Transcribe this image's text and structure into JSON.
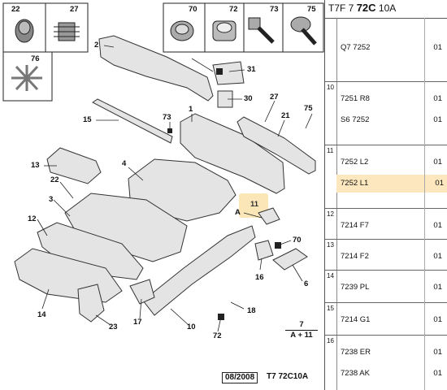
{
  "diagram": {
    "callouts": [
      "22",
      "27",
      "70",
      "72",
      "73",
      "75",
      "76",
      "2",
      "31",
      "1",
      "30",
      "73",
      "27",
      "75",
      "15",
      "21",
      "13",
      "4",
      "22",
      "3",
      "12",
      "11",
      "A",
      "70",
      "6",
      "14",
      "16",
      "17",
      "18",
      "23",
      "10",
      "72"
    ],
    "ref_num": "7",
    "ref_sub": "A + 11",
    "footer_date": "08/2008",
    "footer_code": "T7 72C10A",
    "highlight_color": "#fbe6b8"
  },
  "parts_panel": {
    "title_prefix": "T7F 7",
    "title_bold": "72C",
    "title_suffix": "10A",
    "groups": [
      {
        "num": "",
        "rows": [
          {
            "part": "Q7 7252",
            "qty": "01"
          }
        ]
      },
      {
        "num": "10",
        "rows": [
          {
            "part": "7251 R8",
            "qty": "01"
          },
          {
            "part": "S6 7252",
            "qty": "01"
          }
        ]
      },
      {
        "num": "11",
        "rows": [
          {
            "part": "7252 L2",
            "qty": "01"
          },
          {
            "part": "7252 L1",
            "qty": "01",
            "selected": true
          }
        ]
      },
      {
        "num": "12",
        "rows": [
          {
            "part": "7214 F7",
            "qty": "01"
          }
        ]
      },
      {
        "num": "13",
        "rows": [
          {
            "part": "7214 F2",
            "qty": "01"
          }
        ]
      },
      {
        "num": "14",
        "rows": [
          {
            "part": "7239 PL",
            "qty": "01"
          }
        ]
      },
      {
        "num": "15",
        "rows": [
          {
            "part": "7214 G1",
            "qty": "01"
          }
        ]
      },
      {
        "num": "16",
        "rows": [
          {
            "part": "7238 ER",
            "qty": "01"
          },
          {
            "part": "7238 AK",
            "qty": "01"
          }
        ]
      }
    ],
    "selected_color": "#fce7be"
  }
}
